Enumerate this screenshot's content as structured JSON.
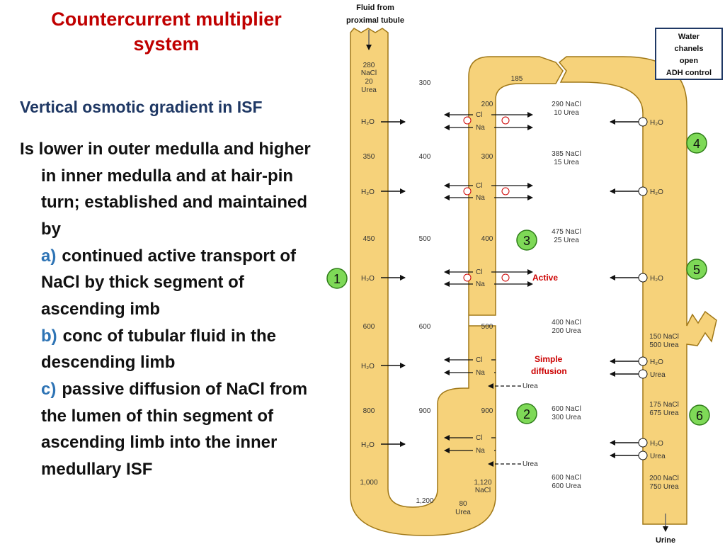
{
  "slide": {
    "title": "Countercurrent multiplier system",
    "subtitle": "Vertical osmotic gradient  in ISF",
    "intro": "Is lower in outer medulla and higher in inner medulla and at hair-pin turn;  established and maintained by",
    "points": [
      {
        "marker": "a)",
        "text": "continued active transport of NaCl by thick segment of ascending imb"
      },
      {
        "marker": "b)",
        "text": "conc of tubular fluid in the descending limb"
      },
      {
        "marker": "c)",
        "text": "passive diffusion of NaCl from the lumen of thin segment of ascending limb into the inner medullary ISF"
      }
    ]
  },
  "diagram": {
    "colors": {
      "tubule": "#f6d27a",
      "outline": "#a07818",
      "circle": "#7ed957",
      "arrow": "#111111",
      "red": "#cc0000"
    },
    "top_left_label": [
      "Fluid from",
      "proximal tubule"
    ],
    "water_box": [
      "Water",
      "chanels",
      "open",
      "ADH control"
    ],
    "bottom_label": "Urine",
    "desc_values": [
      "280",
      "NaCl",
      "20",
      "Urea",
      "350",
      "450",
      "600",
      "800",
      "1,000"
    ],
    "isf_values": [
      "300",
      "400",
      "500",
      "600",
      "900",
      "1,200"
    ],
    "asc_values": [
      "185",
      "200",
      "300",
      "400",
      "500",
      "900",
      "1,120",
      "NaCl",
      "80",
      "Urea"
    ],
    "middle_values": [
      [
        "290 NaCl",
        "10 Urea"
      ],
      [
        "385 NaCl",
        "15 Urea"
      ],
      [
        "475 NaCl",
        "25 Urea"
      ],
      [
        "400 NaCl",
        "200 Urea"
      ],
      [
        "600 NaCl",
        "300 Urea"
      ],
      [
        "600 NaCl",
        "600 Urea"
      ]
    ],
    "collecting_values": [
      [
        "150 NaCl",
        "500 Urea"
      ],
      [
        "175 NaCl",
        "675 Urea"
      ],
      [
        "200 NaCl",
        "750 Urea"
      ]
    ],
    "h2o": "H₂O",
    "cl": "Cl",
    "na": "Na",
    "urea": "Urea",
    "active": "Active",
    "simple": [
      "Simple",
      "diffusion"
    ],
    "numbers": [
      "1",
      "2",
      "3",
      "4",
      "5",
      "6"
    ]
  }
}
